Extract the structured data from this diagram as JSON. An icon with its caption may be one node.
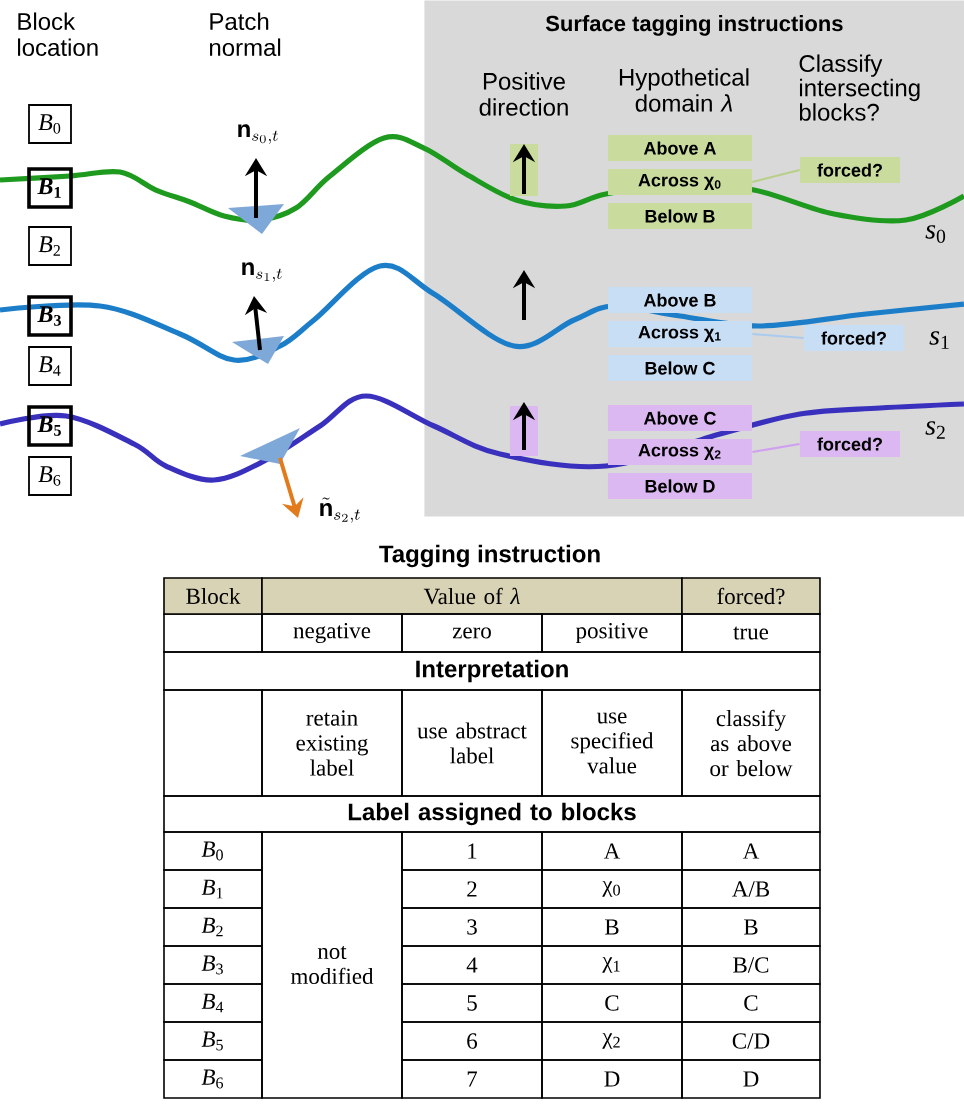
{
  "diagram": {
    "nodes": [
      {
        "text": [
          "Surface tagging instructions"
        ]
      },
      {
        "text": [
          "*B*$_{0}$"
        ]
      },
      {
        "text": [
          "*B*$_{1}$"
        ]
      },
      {
        "text": [
          "*B*$_{2}$"
        ]
      },
      {
        "text": [
          "*B*$_{3}$"
        ]
      },
      {
        "text": [
          "*B*$_{4}$"
        ]
      },
      {
        "text": [
          "*B*$_{5}$"
        ]
      },
      {
        "text": [
          "*B*$_{6}$"
        ]
      },
      {
        "text": [
          "Above A"
        ],
        "in": 0
      },
      {
        "text": [
          "Across χ$_{0}$"
        ],
        "in": 0
      },
      {
        "text": [
          "Below B"
        ],
        "in": 0
      },
      {
        "text": [
          "forced?"
        ],
        "in": 0
      },
      {
        "text": [
          "Above B"
        ],
        "in": 0
      },
      {
        "text": [
          "Across χ$_{1}$"
        ],
        "in": 0
      },
      {
        "text": [
          "Below C"
        ],
        "in": 0
      },
      {
        "text": [
          "forced?"
        ],
        "in": 0
      },
      {
        "text": [
          "Above C"
        ],
        "in": 0
      },
      {
        "text": [
          "Across χ$_{2}$"
        ],
        "in": 0
      },
      {
        "text": [
          "Below D"
        ],
        "in": 0
      },
      {
        "text": [
          "forced?"
        ],
        "in": 0
      }
    ],
    "edges": [
      {
        "from": 9,
        "to": 11,
        "arrow": "none",
        "color": "#b8cf86"
      },
      {
        "from": 13,
        "to": 15,
        "arrow": "none",
        "color": "#a9cbee"
      },
      {
        "from": 17,
        "to": 19,
        "arrow": "none",
        "color": "#cf9ff0"
      }
    ],
    "labels": [
      "Block location",
      "Patch normal",
      "Positive direction",
      "Hypothetical domain *λ*",
      "Classify intersecting blocks?",
      "\\mathbf{n}_{s_0,t}",
      "*s*$_{0}$",
      "\\mathbf{n}_{s_1,t}",
      "*s*$_{1}$",
      "\\tilde{\\mathbf{n}}_{s_2,t}",
      "*s*$_{2}$",
      "Tagging instruction",
      "Block",
      "Value of *λ*",
      "forced?",
      "negative",
      "zero",
      "positive",
      "true",
      "Interpretation",
      "retain existing label",
      "use abstract label",
      "use specified value",
      "classify as above or below",
      "Label assigned to blocks",
      "*B*$_{0}$",
      "not modified",
      "1",
      "A",
      "A",
      "*B*$_{1}$",
      "2",
      "χ$_{0}$",
      "A/B",
      "*B*$_{2}$",
      "3",
      "B",
      "B",
      "*B*$_{3}$",
      "4",
      "χ$_{1}$",
      "B/C",
      "*B*$_{4}$",
      "5",
      "C",
      "C",
      "*B*$_{5}$",
      "6",
      "χ$_{2}$",
      "C/D",
      "*B*$_{6}$",
      "7",
      "D",
      "D"
    ]
  }
}
